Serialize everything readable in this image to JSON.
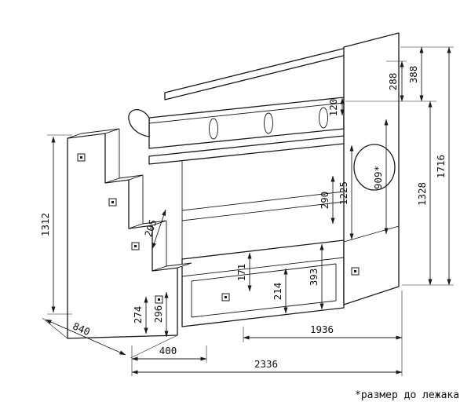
{
  "drawing": {
    "type": "technical-dimension-drawing",
    "subject": "loft-bunk-bed-with-stair-drawers",
    "footnote": "*размер до лежака",
    "colors": {
      "line": "#1a1a1a",
      "background": "#ffffff"
    },
    "dims": {
      "d1312": "1312",
      "d205": "205",
      "d274": "274",
      "d296": "296",
      "d840": "840",
      "d400": "400",
      "d1936": "1936",
      "d2336": "2336",
      "d171": "171",
      "d214": "214",
      "d393": "393",
      "d290": "290",
      "d1225": "1225",
      "d909": "909*",
      "d120": "120",
      "d288": "288",
      "d388": "388",
      "d1328": "1328",
      "d1716": "1716"
    }
  }
}
